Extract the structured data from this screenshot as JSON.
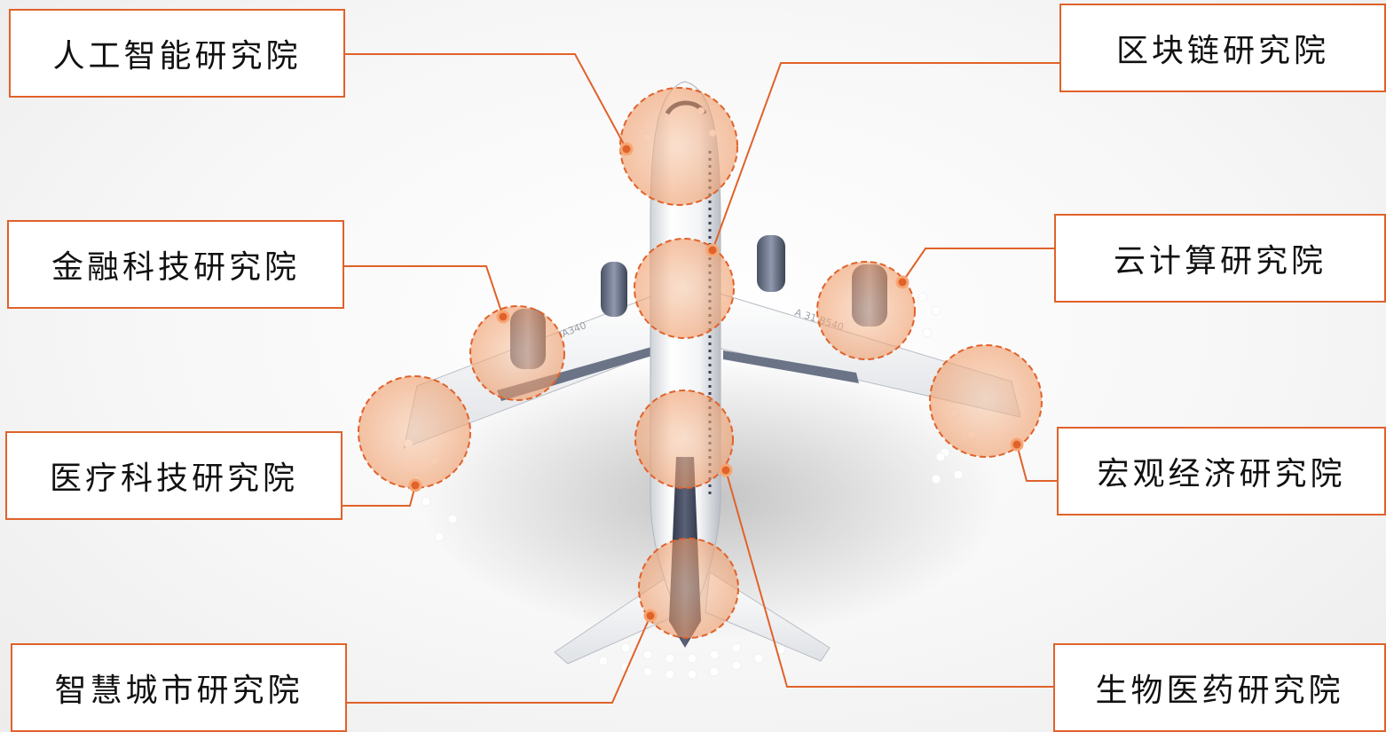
{
  "institutes": {
    "ai": "人工智能研究院",
    "fintech": "金融科技研究院",
    "medtech": "医疗科技研究院",
    "smart_city": "智慧城市研究院",
    "blockchain": "区块链研究院",
    "cloud": "云计算研究院",
    "macro": "宏观经济研究院",
    "biomed": "生物医药研究院"
  },
  "aircraft_marking": "A 31 B540",
  "colors": {
    "accent": "#e0622a",
    "highlight_fill": "#f5b48c"
  }
}
